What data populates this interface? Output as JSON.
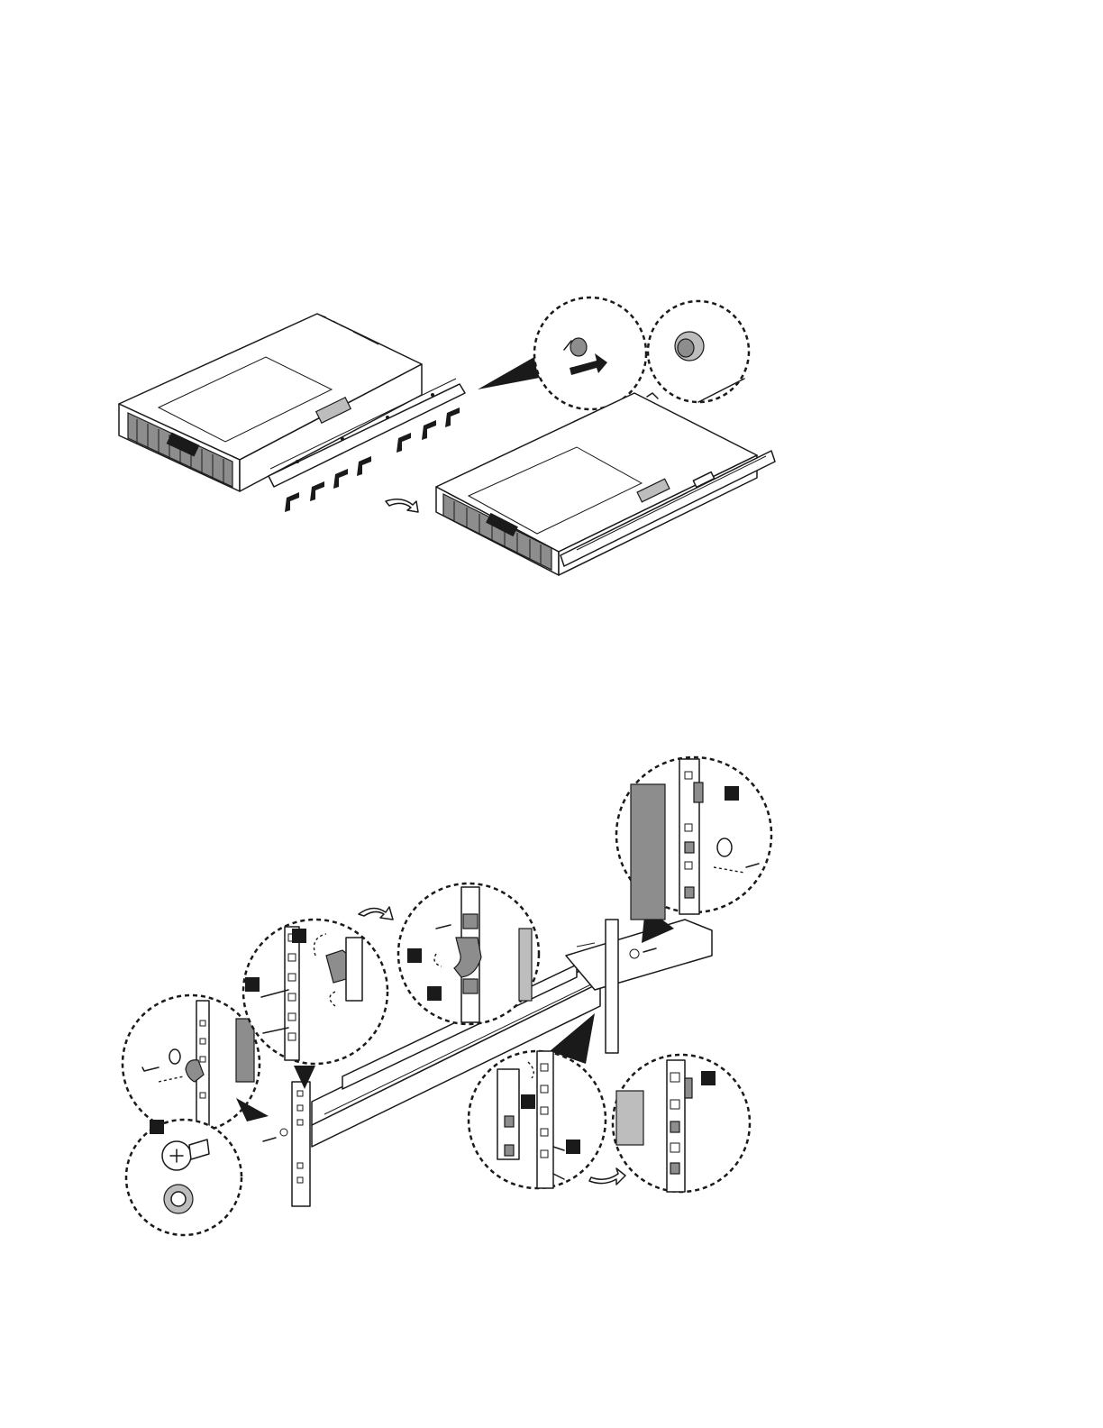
{
  "figure": {
    "top_panel": {
      "callouts": [
        "pin-hole-before",
        "pin-seated-after"
      ],
      "icons": [
        "rotate-arrow-icon",
        "push-arrow-icon"
      ]
    },
    "bottom_panel": {
      "step_markers": 9,
      "callouts": [
        "screw-and-washer",
        "front-rear-latch",
        "latch-release",
        "rear-mount-screw",
        "rear-latch-open",
        "rear-latch-closed",
        "screw-detail"
      ],
      "icons": [
        "screw-icon",
        "washer-icon",
        "rotate-arrow-icon"
      ]
    },
    "colors": {
      "line": "#1a1a1a",
      "fill_gray": "#8d8d8d",
      "fill_light": "#bdbdbd",
      "background": "#ffffff"
    }
  }
}
